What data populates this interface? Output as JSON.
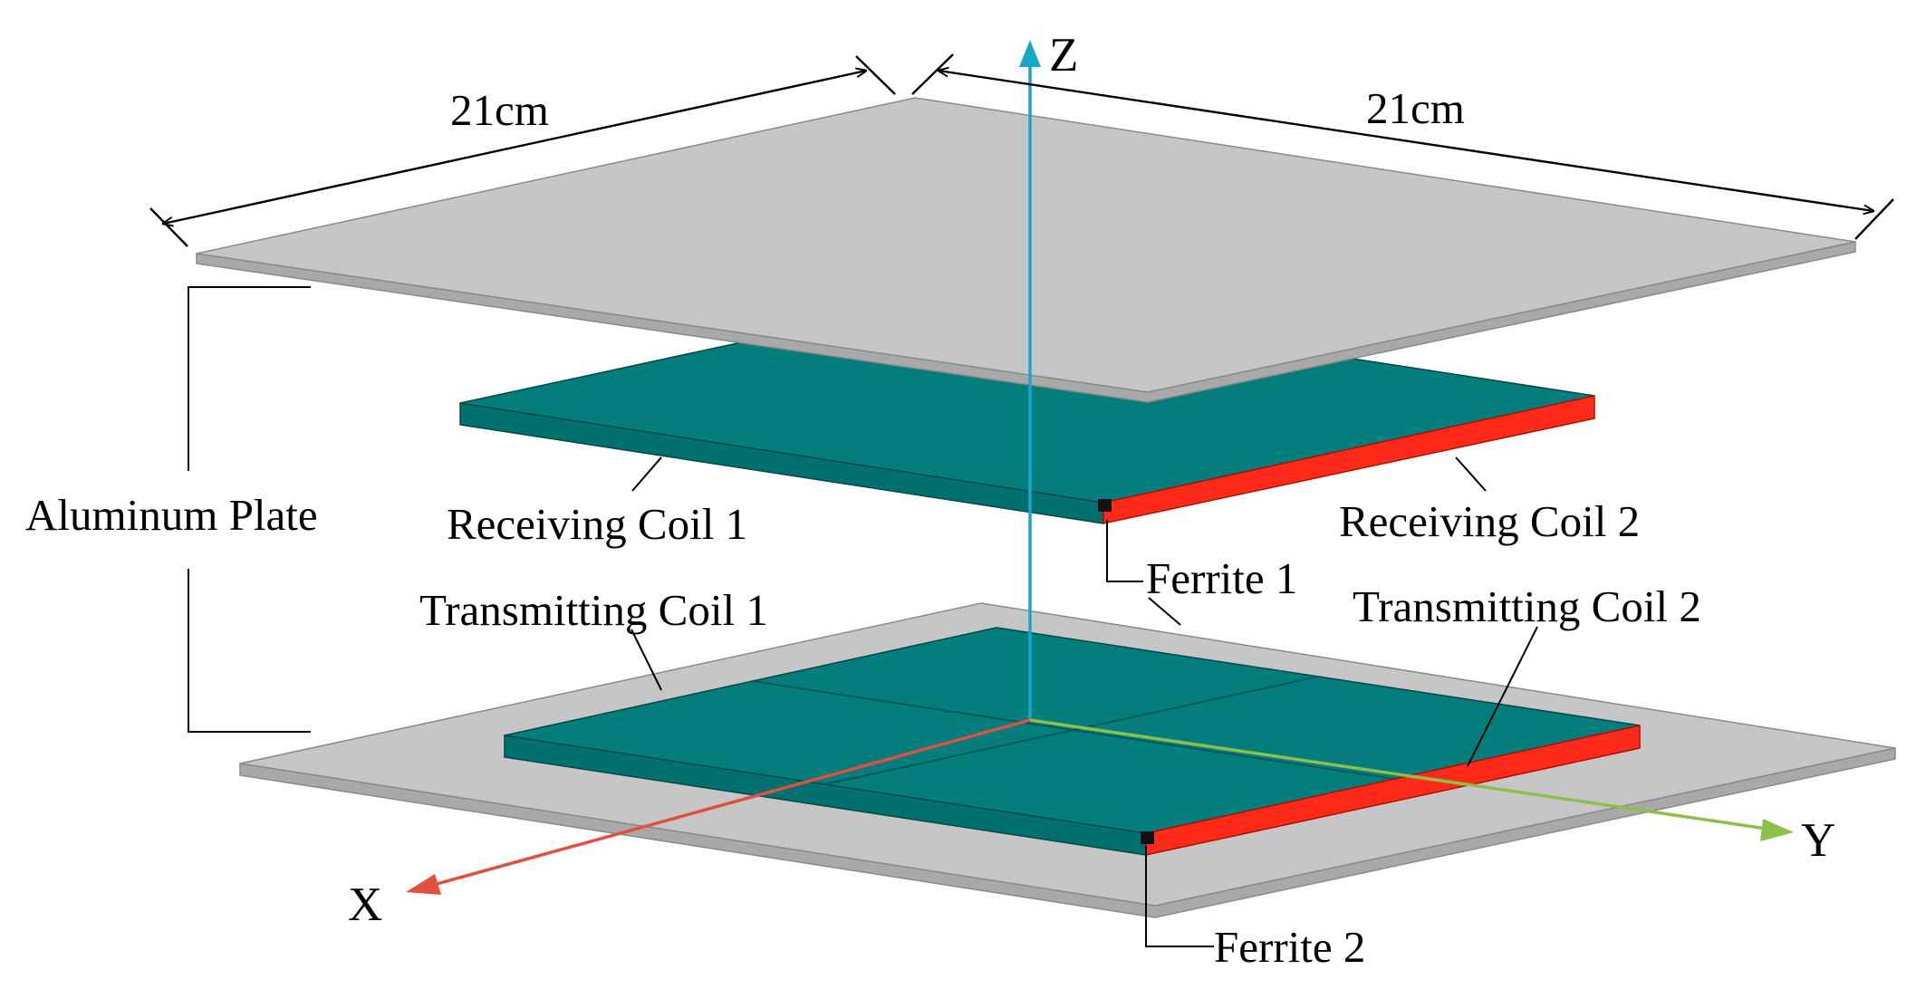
{
  "labels": {
    "dim_left": "21cm",
    "dim_right": "21cm",
    "aluminum_plate": "Aluminum Plate",
    "receiving_coil_1": "Receiving Coil 1",
    "receiving_coil_2": "Receiving Coil 2",
    "transmitting_coil_1": "Transmitting Coil 1",
    "transmitting_coil_2": "Transmitting Coil 2",
    "ferrite_1": "Ferrite 1",
    "ferrite_2": "Ferrite 2"
  },
  "axes": {
    "x": "X",
    "y": "Y",
    "z": "Z"
  },
  "colors": {
    "plate_top": "#c6c6c6",
    "plate_side": "#a9a9a9",
    "coil_top": "#047e7d",
    "coil_side": "#02706f",
    "ferrite": "#ff2a1a",
    "axis_x": "#e05040",
    "axis_y": "#8dc04a",
    "axis_z": "#1aa6c8"
  }
}
